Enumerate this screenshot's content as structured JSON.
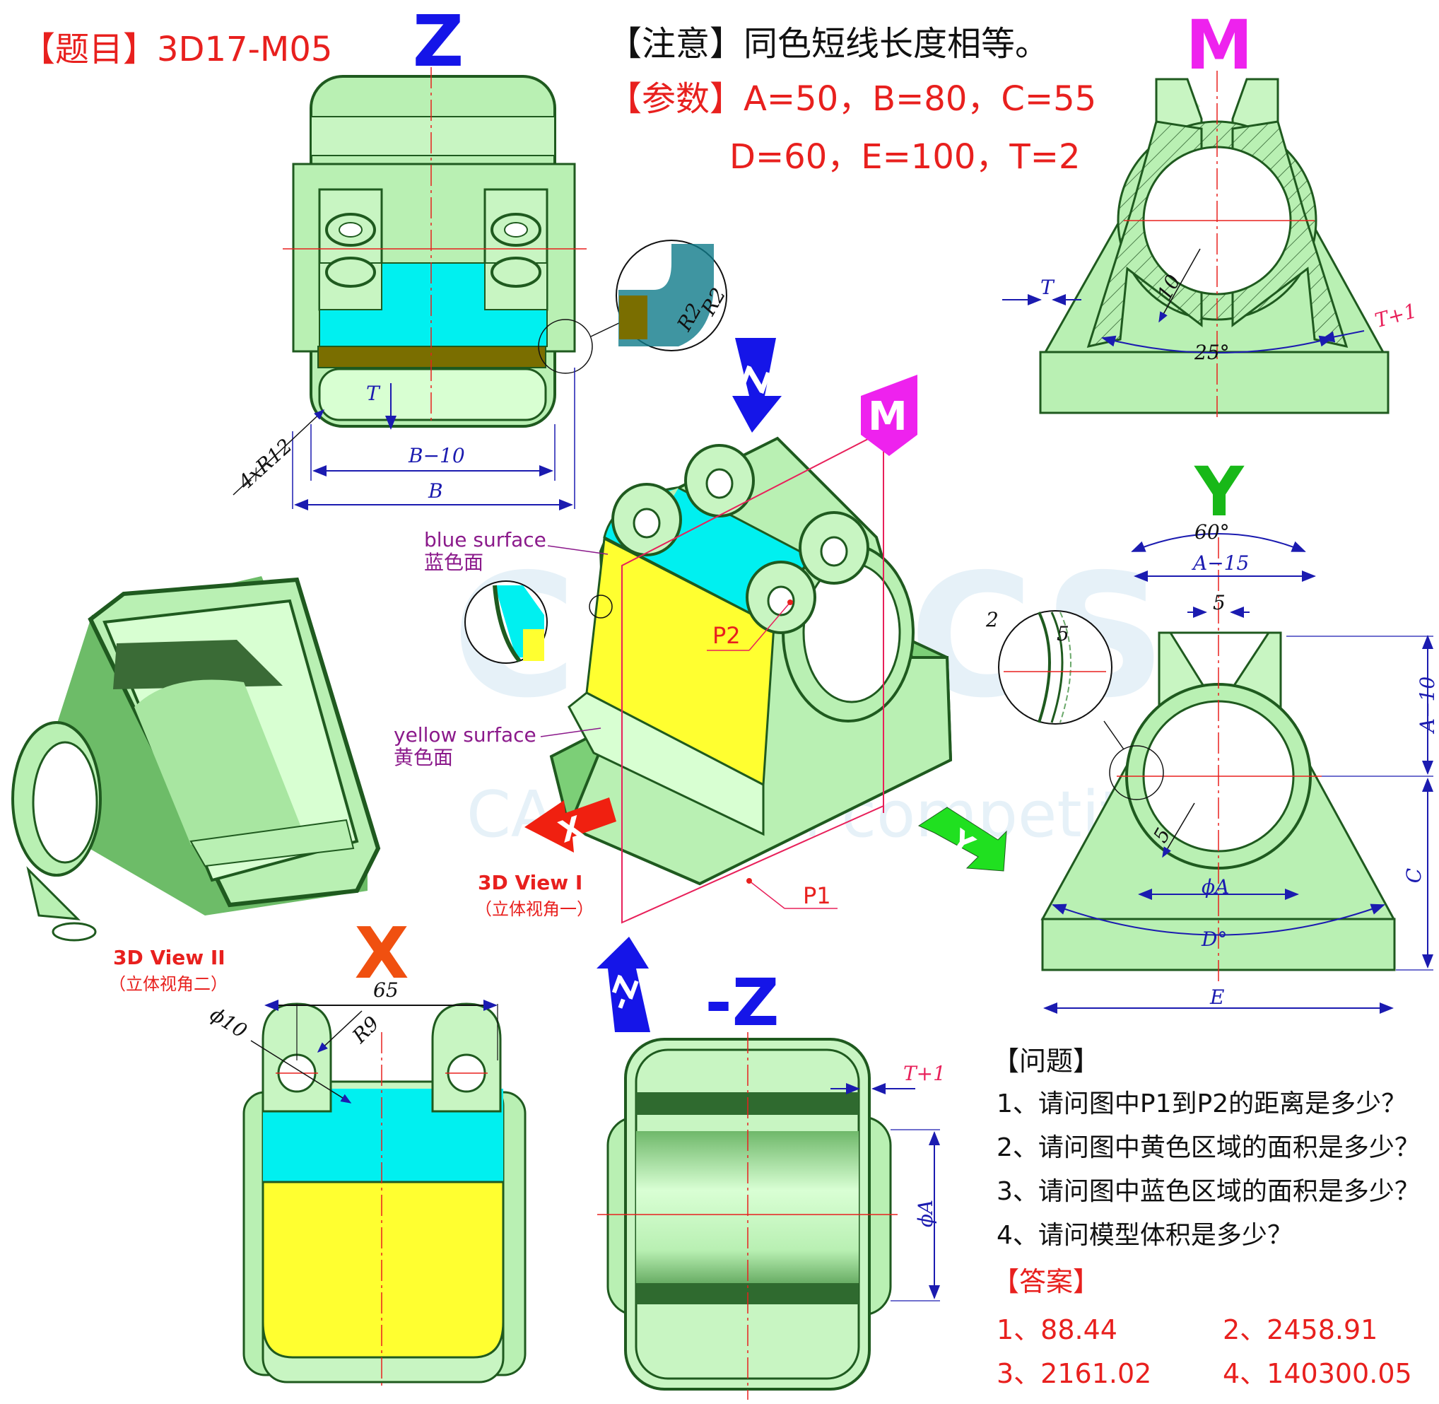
{
  "header": {
    "title": "【题目】3D17-M05",
    "note": "【注意】同色短线长度相等。",
    "params_line1": "【参数】A=50，B=80，C=55",
    "params_line2": "D=60，E=100，T=2"
  },
  "views": {
    "z_label": "Z",
    "m_label": "M",
    "y_label": "Y",
    "x_label": "X",
    "neg_z_label": "-Z",
    "view1_title": "3D View I",
    "view1_sub": "（立体视角一）",
    "view2_title": "3D View II",
    "view2_sub": "（立体视角二）"
  },
  "surfaces": {
    "blue_en": "blue surface",
    "blue_cn": "蓝色面",
    "yellow_en": "yellow surface",
    "yellow_cn": "黄色面",
    "p1": "P1",
    "p2": "P2"
  },
  "dimensions": {
    "z_b10": "B−10",
    "z_b": "B",
    "z_t": "T",
    "z_r12": "4xR12",
    "z_r2a": "R2",
    "z_r2b": "R2",
    "m_t": "T",
    "m_10": "10",
    "m_25": "25°",
    "m_t1": "T+1",
    "y_60": "60°",
    "y_a15": "A−15",
    "y_5a": "5",
    "y_2": "2",
    "y_5b": "5",
    "y_a10": "A−10",
    "y_5c": "5",
    "y_phia": "ϕA",
    "y_c": "C",
    "y_d": "D°",
    "y_e": "E",
    "x_65": "65",
    "x_phi10": "ϕ10",
    "x_r9": "R9",
    "nz_t1": "T+1",
    "nz_phia": "ϕA"
  },
  "questions": {
    "heading": "【问题】",
    "items": [
      "1、请问图中P1到P2的距离是多少？",
      "2、请问图中黄色区域的面积是多少？",
      "3、请问图中蓝色区域的面积是多少？",
      "4、请问模型体积是多少？"
    ]
  },
  "answers": {
    "heading": "【答案】",
    "a1": "1、88.44",
    "a2": "2、2458.91",
    "a3": "3、2161.02",
    "a4": "4、140300.05"
  },
  "watermark": {
    "big": "CSTICS",
    "small": "CAD digital competition"
  },
  "colors": {
    "body": "#b9f0b3",
    "edge": "#1f5a1f",
    "blue_surface": "#00f0f0",
    "yellow_surface": "#ffff30",
    "dim": "#1b1bb0",
    "center": "#e8201e",
    "z": "#1515e8",
    "m": "#ee22ee",
    "y": "#18b818",
    "x": "#f05010"
  }
}
